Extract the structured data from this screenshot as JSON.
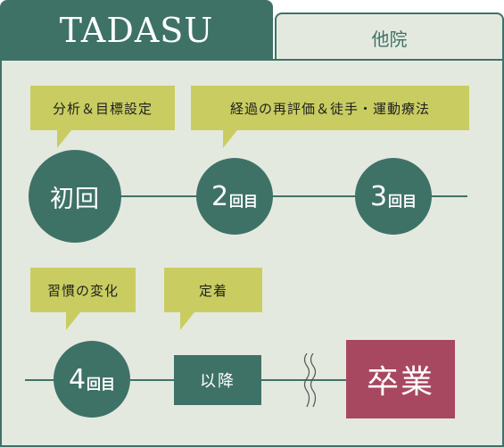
{
  "tabs": {
    "active": "TADASU",
    "inactive": "他院"
  },
  "bubbles": {
    "first": "分析＆目標設定",
    "second": "経過の再評価＆徒手・運動療法",
    "habit": "習慣の変化",
    "settle": "定着"
  },
  "steps": {
    "first": "初回",
    "second_num": "2",
    "third_num": "3",
    "fourth_num": "4",
    "unit": "回目",
    "after": "以降",
    "graduation": "卒業"
  },
  "colors": {
    "green": "#3f7267",
    "panel": "#e4e9df",
    "bubble": "#c9cd61",
    "graduation": "#a74860"
  },
  "icons": {
    "break": "wavy-break-icon"
  }
}
